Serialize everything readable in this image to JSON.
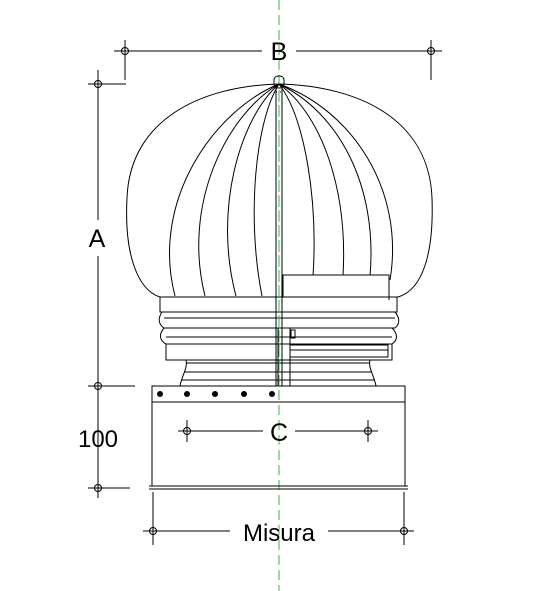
{
  "labels": {
    "top_width": "B",
    "dome_height": "A",
    "base_height": "100",
    "inner_width": "C",
    "outer_width": "Misura"
  },
  "colors": {
    "line": "#000000",
    "axis": "#2db84d",
    "background": "#ffffff"
  }
}
